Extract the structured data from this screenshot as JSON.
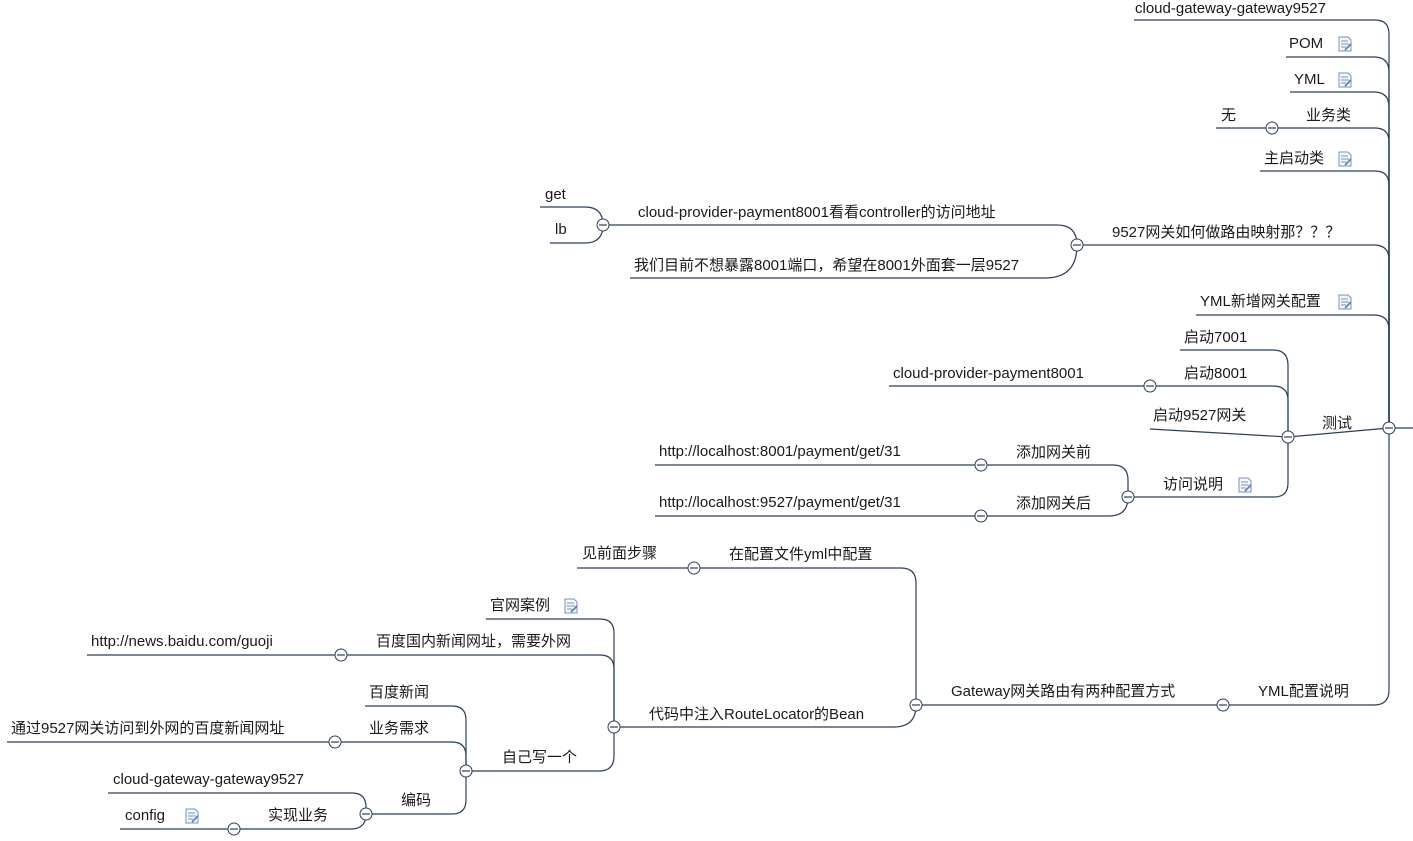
{
  "nodes": {
    "gateway_module": "cloud-gateway-gateway9527",
    "pom": "POM",
    "yml": "YML",
    "business_class": "业务类",
    "none": "无",
    "main_start_class": "主启动类",
    "routing_question": "9527网关如何做路由映射那？？？",
    "provider_controller": "cloud-provider-payment8001看看controller的访问地址",
    "get": "get",
    "lb": "lb",
    "hide_port": "我们目前不想暴露8001端口，希望在8001外面套一层9527",
    "yml_new_gateway_config": "YML新增网关配置",
    "test": "测试",
    "start_7001": "启动7001",
    "start_8001": "启动8001",
    "provider_8001": "cloud-provider-payment8001",
    "start_9527": "启动9527网关",
    "access_note": "访问说明",
    "before_gateway": "添加网关前",
    "url_8001": "http://localhost:8001/payment/get/31",
    "after_gateway": "添加网关后",
    "url_9527": "http://localhost:9527/payment/get/31",
    "yml_config_desc": "YML配置说明",
    "two_ways": "Gateway网关路由有两种配置方式",
    "in_yml": "在配置文件yml中配置",
    "see_previous": "见前面步骤",
    "bean_inject": "代码中注入RouteLocator的Bean",
    "official_case": "官网案例",
    "baidu_news_site": "百度国内新闻网址，需要外网",
    "baidu_url": "http://news.baidu.com/guoji",
    "write_own": "自己写一个",
    "baidu_news": "百度新闻",
    "business_need": "业务需求",
    "via_9527": "通过9527网关访问到外网的百度新闻网址",
    "coding": "编码",
    "gateway_module_2": "cloud-gateway-gateway9527",
    "implement": "实现业务",
    "config": "config"
  },
  "icons": {
    "note": "note-icon",
    "collapse": "collapse-toggle-icon"
  },
  "colors": {
    "line": "#2c3e5c",
    "text": "#1a1a1a",
    "note_icon": "#7a93b8"
  }
}
